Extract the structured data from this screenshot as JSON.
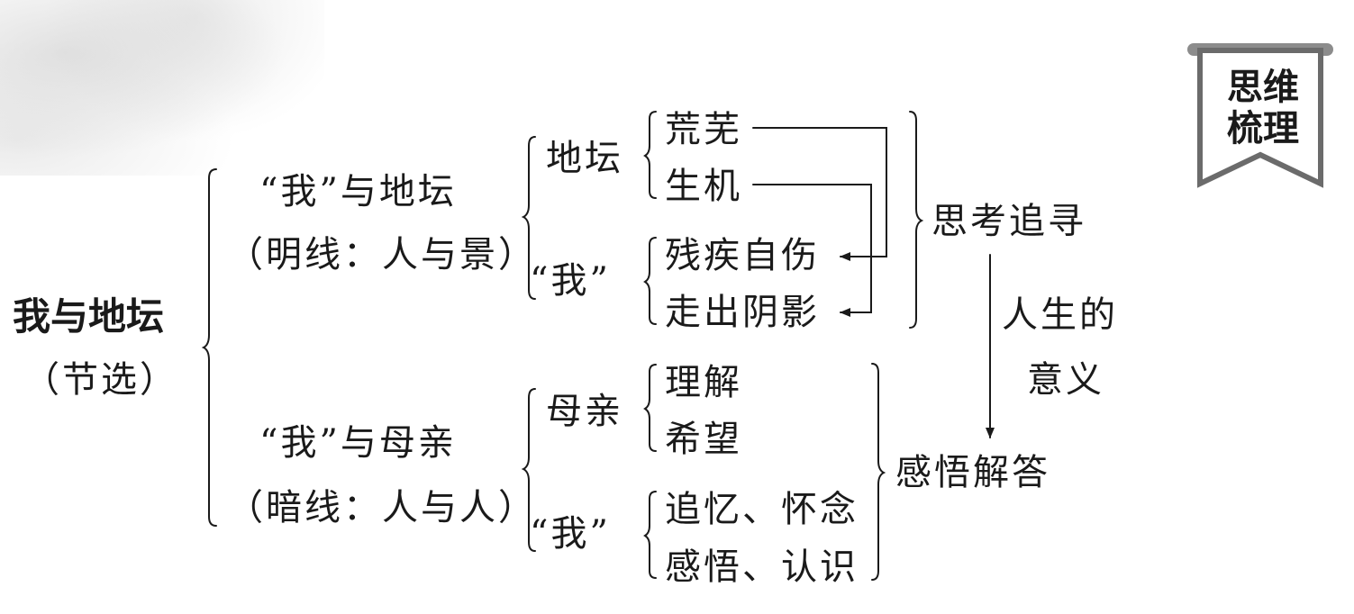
{
  "root": {
    "title": "我与地坛",
    "subtitle": "（节选）"
  },
  "branch_top": {
    "title": "“我”与地坛",
    "subtitle": "（明线：人与景）",
    "group_altar": {
      "label": "地坛",
      "items": [
        "荒芜",
        "生机"
      ]
    },
    "group_me": {
      "label": "“我”",
      "items": [
        "残疾自伤",
        "走出阴影"
      ]
    },
    "result": "思考追寻"
  },
  "branch_bottom": {
    "title": "“我”与母亲",
    "subtitle": "（暗线：人与人）",
    "group_mother": {
      "label": "母亲",
      "items": [
        "理解",
        "希望"
      ]
    },
    "group_me": {
      "label": "“我”",
      "items": [
        "追忆、怀念",
        "感悟、认识"
      ]
    },
    "result": "感悟解答"
  },
  "flow_label": {
    "line1": "人生的",
    "line2": "意义"
  },
  "badge": {
    "line1": "思维",
    "line2": "梳理"
  }
}
